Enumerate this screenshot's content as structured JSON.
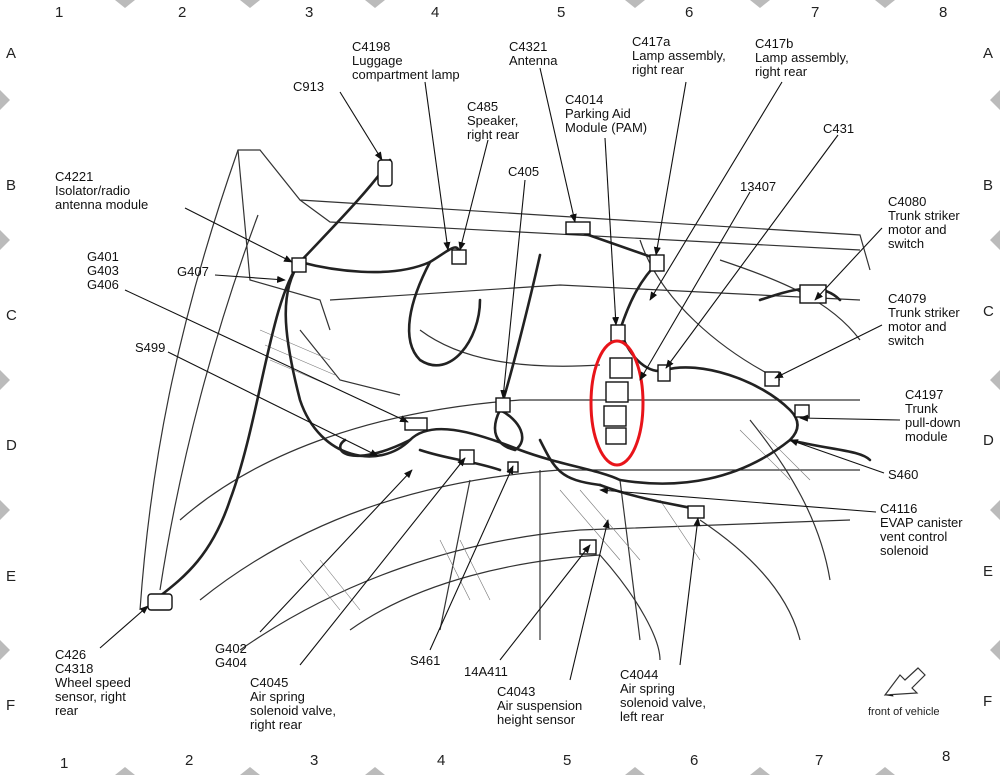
{
  "grid": {
    "columns": [
      "1",
      "2",
      "3",
      "4",
      "5",
      "6",
      "7",
      "8"
    ],
    "rows": [
      "A",
      "B",
      "C",
      "D",
      "E",
      "F"
    ]
  },
  "labels": {
    "c913": [
      "C913"
    ],
    "c4198": [
      "C4198",
      "Luggage",
      "compartment lamp"
    ],
    "c4321": [
      "C4321",
      "Antenna"
    ],
    "c417a": [
      "C417a",
      "Lamp assembly,",
      "right rear"
    ],
    "c417b": [
      "C417b",
      "Lamp assembly,",
      "right rear"
    ],
    "c485": [
      "C485",
      "Speaker,",
      "right rear"
    ],
    "c4014": [
      "C4014",
      "Parking Aid",
      "Module (PAM)"
    ],
    "c431": [
      "C431"
    ],
    "c405": [
      "C405"
    ],
    "n13407": [
      "13407"
    ],
    "c4221": [
      "C4221",
      "Isolator/radio",
      "antenna module"
    ],
    "g401": [
      "G401",
      "G403",
      "G406"
    ],
    "g407": [
      "G407"
    ],
    "c4080": [
      "C4080",
      "Trunk striker",
      "motor and",
      "switch"
    ],
    "c4079": [
      "C4079",
      "Trunk striker",
      "motor and",
      "switch"
    ],
    "s499": [
      "S499"
    ],
    "c4197": [
      "C4197",
      "Trunk",
      "pull-down",
      "module"
    ],
    "s460": [
      "S460"
    ],
    "c4116": [
      "C4116",
      "EVAP canister",
      "vent control",
      "solenoid"
    ],
    "c426": [
      "C426",
      "C4318",
      "Wheel speed",
      "sensor, right",
      "rear"
    ],
    "g402": [
      "G402",
      "G404"
    ],
    "c4045": [
      "C4045",
      "Air spring",
      "solenoid valve,",
      "right rear"
    ],
    "s461": [
      "S461"
    ],
    "n14a411": [
      "14A411"
    ],
    "c4043": [
      "C4043",
      "Air suspension",
      "height sensor"
    ],
    "c4044": [
      "C4044",
      "Air spring",
      "solenoid valve,",
      "left rear"
    ]
  },
  "front_note": "front of vehicle",
  "colors": {
    "highlight": "#e8141a",
    "line": "#1a1a1a",
    "harness": "#222222"
  }
}
